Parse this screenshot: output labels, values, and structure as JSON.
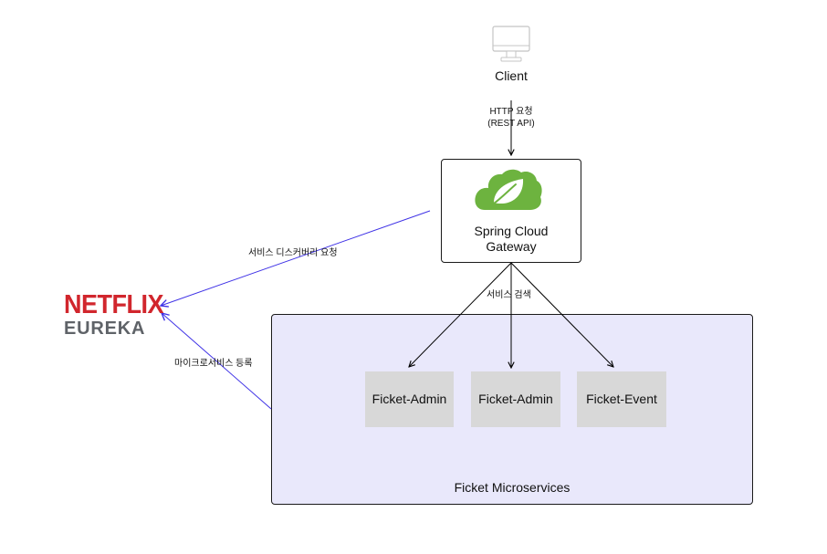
{
  "client": {
    "label": "Client",
    "icon": "monitor-icon"
  },
  "request": {
    "line1": "HTTP 요청",
    "line2": "(REST API)"
  },
  "gateway": {
    "line1": "Spring Cloud",
    "line2": "Gateway",
    "icon": "spring-leaf-icon"
  },
  "eureka": {
    "line1": "NETFLIX",
    "line2": "EUREKA"
  },
  "edges": {
    "discovery": "서비스 디스커버리 요청",
    "search": "서비스 검색",
    "register": "마이크로서비스 등록"
  },
  "services": [
    {
      "label": "Ficket-Admin"
    },
    {
      "label": "Ficket-Admin"
    },
    {
      "label": "Ficket-Event"
    }
  ],
  "group": {
    "label": "Ficket Microservices"
  },
  "colors": {
    "group_fill": "#e9e8fb",
    "service_fill": "#d8d8d8",
    "registry_arrow": "#3f32e6",
    "flow_arrow": "#000000",
    "spring_green": "#6db33f",
    "netflix_red": "#d1262d",
    "eureka_gray": "#5f6368"
  }
}
